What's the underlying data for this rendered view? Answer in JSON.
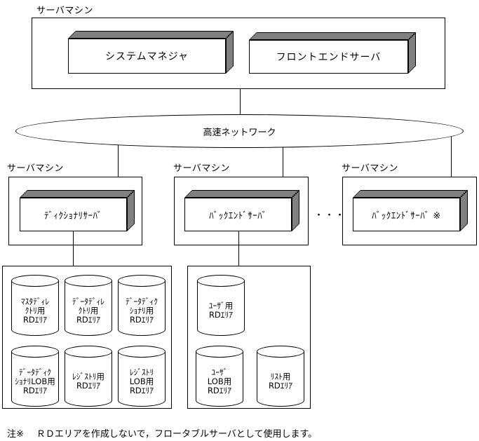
{
  "top_machine": {
    "label": "サーバマシン",
    "system_manager": "システムマネジャ",
    "front_end_server": "フロントエンドサーバ"
  },
  "network": {
    "label": "高速ネットワーク"
  },
  "machines": [
    {
      "label": "サーバマシン",
      "server": "ﾃﾞｨｸｼｮﾅﾘｻｰﾊﾞ"
    },
    {
      "label": "サーバマシン",
      "server": "ﾊﾞｯｸｴﾝﾄﾞｻｰﾊﾞ"
    },
    {
      "label": "サーバマシン",
      "server": "ﾊﾞｯｸｴﾝﾄﾞｻｰﾊﾞ ※"
    }
  ],
  "ellipsis": "・・・",
  "dictionary_rd_areas": [
    "ﾏｽﾀﾃﾞｨﾚ\nｸﾄﾘ用\nRDｴﾘｱ",
    "ﾃﾞｰﾀﾃﾞｨﾚ\nｸﾄﾘ用\nRDｴﾘｱ",
    "ﾃﾞｰﾀﾃﾞｨｸ\nｼｮﾅﾘ用\nRDｴﾘｱ",
    "ﾃﾞｰﾀﾃﾞｨｸ\nｼｮﾅﾘLOB用\nRDｴﾘｱ",
    "ﾚｼﾞｽﾄﾘ用\nRDｴﾘｱ",
    "ﾚｼﾞｽﾄﾘ\nLOB用\nRDｴﾘｱ"
  ],
  "backend_rd_areas": [
    "ﾕｰｻﾞ用\nRDｴﾘｱ",
    "ﾕｰｻﾞ\nLOB用\nRDｴﾘｱ",
    "ﾘｽﾄ用\nRDｴﾘｱ"
  ],
  "note": {
    "prefix": "注※",
    "text": "ＲＤエリアを作成しないで，フロータブルサーバとして使用します。"
  },
  "colors": {
    "line": "#000000",
    "background": "#ffffff",
    "shade_pattern": "#999999"
  }
}
